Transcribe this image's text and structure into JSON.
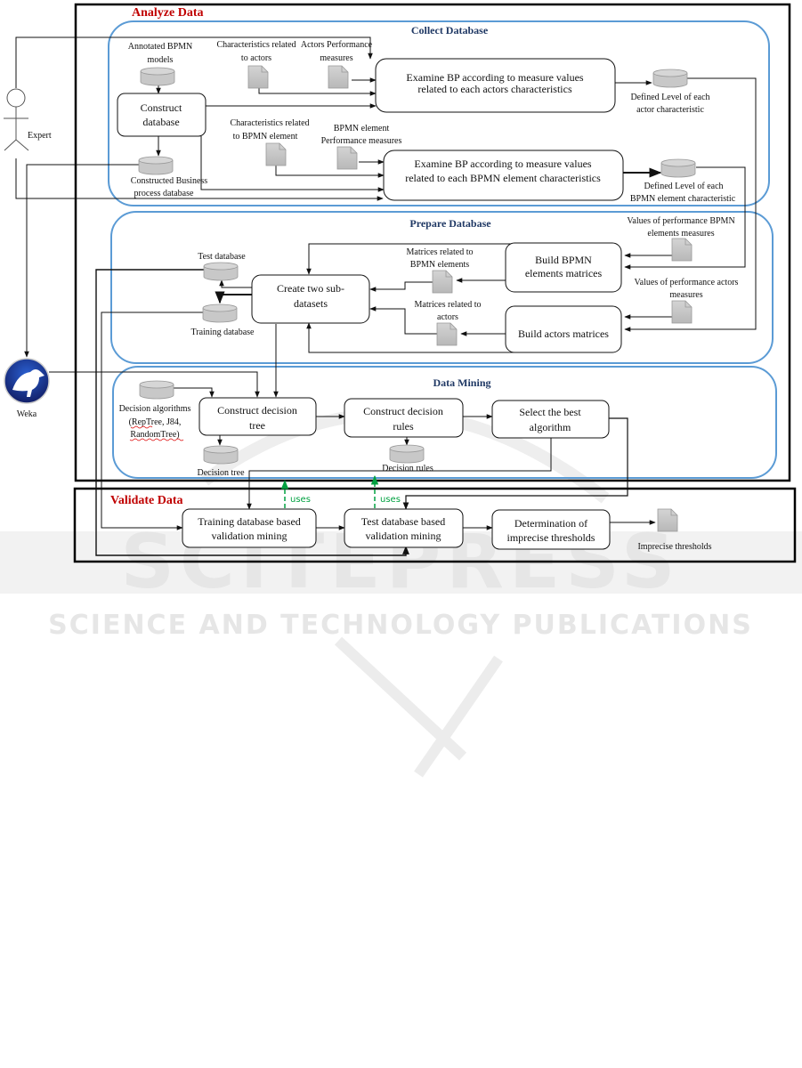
{
  "watermark": {
    "big": "SCITEPRESS",
    "small": "SCIENCE AND TECHNOLOGY PUBLICATIONS"
  },
  "phases": {
    "analyze": "Analyze Data",
    "validate": "Validate Data"
  },
  "subphases": {
    "collect": "Collect Database",
    "prepare": "Prepare Database",
    "mining": "Data Mining"
  },
  "actors": {
    "expert": "Expert",
    "weka": "Weka"
  },
  "collect": {
    "annotated_bpmn": [
      "Annotated BPMN",
      "models"
    ],
    "construct_db": [
      "Construct",
      "database"
    ],
    "constructed_bp_db": [
      "Constructed Business",
      "process database"
    ],
    "char_actors": [
      "Characteristics related",
      "to actors"
    ],
    "actors_perf": [
      "Actors Performance",
      "measures"
    ],
    "examine_actors": [
      "Examine BP according to measure values",
      "related to each actors characteristics"
    ],
    "defined_actor": [
      "Defined Level of each",
      "actor characteristic"
    ],
    "char_bpmn": [
      "Characteristics related",
      "to BPMN element"
    ],
    "bpmn_perf": [
      "BPMN element",
      "Performance measures"
    ],
    "examine_bpmn": [
      "Examine BP according to measure values",
      "related to each BPMN element characteristics"
    ],
    "defined_bpmn": [
      "Defined Level of each",
      "BPMN element characteristic"
    ]
  },
  "prepare": {
    "test_db": "Test database",
    "training_db": "Training database",
    "create_sub": [
      "Create two sub-",
      "datasets"
    ],
    "matrices_bpmn": [
      "Matrices related to",
      "BPMN elements"
    ],
    "matrices_actors": [
      "Matrices related to",
      "actors"
    ],
    "build_bpmn": [
      "Build BPMN",
      "elements matrices"
    ],
    "build_actors": "Build actors matrices",
    "values_bpmn": [
      "Values of performance BPMN",
      "elements measures"
    ],
    "values_actors": [
      "Values of performance actors",
      "measures"
    ]
  },
  "mining": {
    "algorithms": [
      "Decision algorithms",
      "(RepTree, J84,",
      "RandomTree)"
    ],
    "construct_tree": [
      "Construct decision",
      "tree"
    ],
    "decision_tree": "Decision tree",
    "construct_rules": [
      "Construct decision",
      "rules"
    ],
    "decision_rules": "Decision rules",
    "select_best": [
      "Select the best",
      "algorithm"
    ]
  },
  "validate": {
    "training_val": [
      "Training database based",
      "validation mining"
    ],
    "test_val": [
      "Test database based",
      "validation mining"
    ],
    "determination": [
      "Determination of",
      "imprecise thresholds"
    ],
    "imprecise": "Imprecise thresholds",
    "uses_1": "uses",
    "uses_2": "uses"
  },
  "colors": {
    "phase_title": "#c00000",
    "subphase_title": "#1f3864",
    "subphase_border": "#5b9bd5",
    "uses_arrow": "#00a040",
    "store_fill": "#c8c8c8"
  }
}
